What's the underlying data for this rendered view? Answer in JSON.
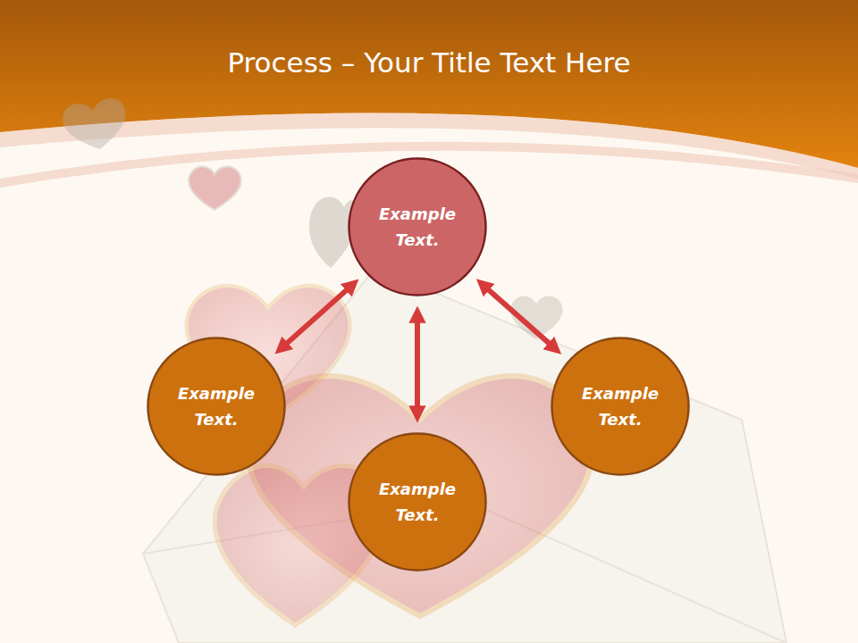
{
  "diagram": {
    "title": "Process – Your Title Text Here",
    "nodes": [
      {
        "text": [
          "Example Text."
        ]
      },
      {
        "text": [
          "Example Text."
        ]
      },
      {
        "text": [
          "Example Text."
        ]
      },
      {
        "text": [
          "Example Text."
        ]
      }
    ],
    "edges": [
      {
        "from": 0,
        "to": 1,
        "arrow": "both"
      },
      {
        "from": 0,
        "to": 2,
        "arrow": "both"
      },
      {
        "from": 0,
        "to": 3,
        "arrow": "both"
      }
    ]
  }
}
